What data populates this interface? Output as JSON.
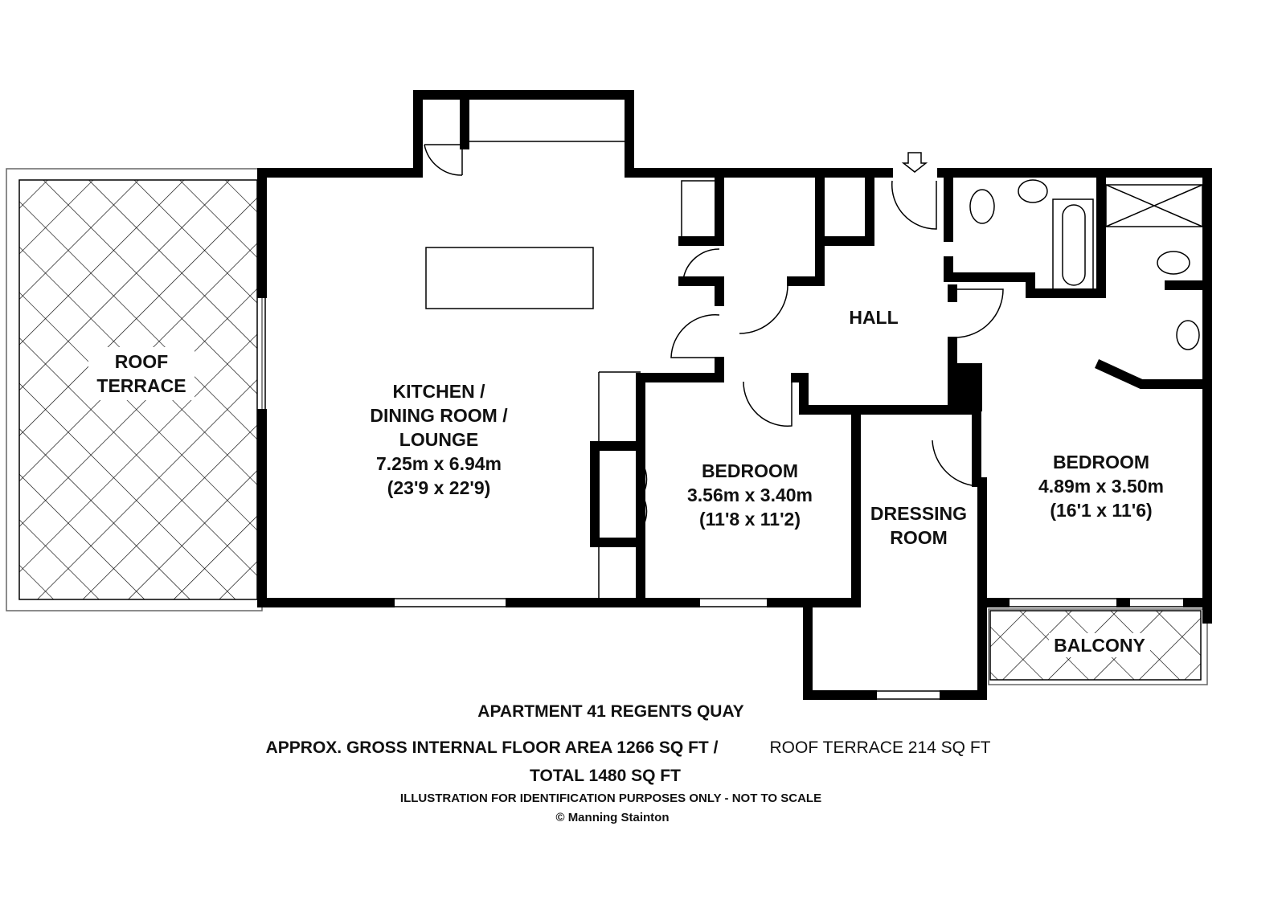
{
  "rooms": {
    "roof_terrace": {
      "line1": "ROOF",
      "line2": "TERRACE"
    },
    "kitchen": {
      "line1": "KITCHEN /",
      "line2": "DINING ROOM /",
      "line3": "LOUNGE",
      "metric": "7.25m x 6.94m",
      "imperial": "(23'9 x 22'9)"
    },
    "hall": {
      "name": "HALL"
    },
    "bedroom1": {
      "name": "BEDROOM",
      "metric": "3.56m x 3.40m",
      "imperial": "(11'8 x 11'2)"
    },
    "dressing": {
      "line1": "DRESSING",
      "line2": "ROOM"
    },
    "bedroom2": {
      "name": "BEDROOM",
      "metric": "4.89m x 3.50m",
      "imperial": "(16'1 x 11'6)"
    },
    "balcony": {
      "name": "BALCONY"
    }
  },
  "footer": {
    "title": "APARTMENT 41 REGENTS QUAY",
    "area_main": "APPROX. GROSS INTERNAL FLOOR AREA 1266 SQ FT /",
    "area_terrace": "ROOF TERRACE 214 SQ FT",
    "total": "TOTAL 1480 SQ FT",
    "disclaimer": "ILLUSTRATION FOR IDENTIFICATION PURPOSES ONLY - NOT TO SCALE",
    "copyright": "© Manning Stainton"
  }
}
